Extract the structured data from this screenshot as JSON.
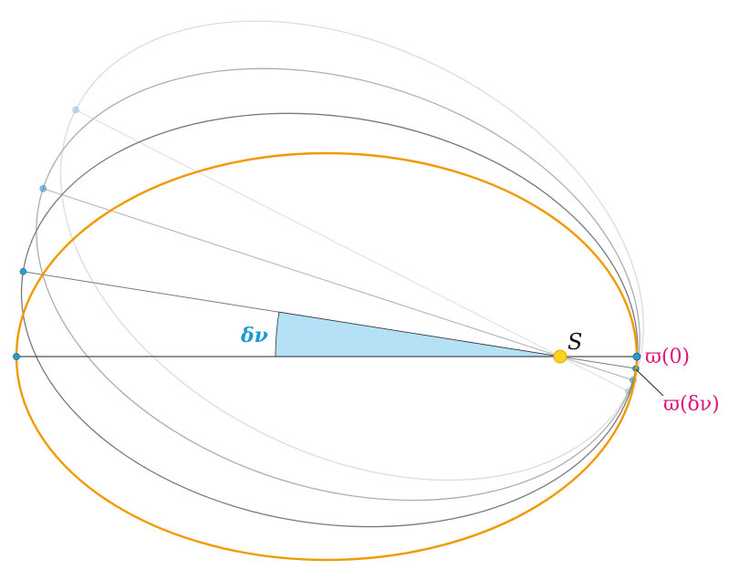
{
  "labels": {
    "angle": "δν",
    "sun": "S",
    "perihelion_initial": "ϖ(0)",
    "perihelion_shifted": "ϖ(δν)"
  },
  "colors": {
    "orbit": "#f09a00",
    "wedge": "#b4e1f6",
    "angle_label": "#1a9ad6",
    "perihelion_label": "#e0157a",
    "sun": "#ffd21a",
    "point": "#2a9ad0"
  },
  "precession_steps_deg": [
    9,
    18,
    27
  ],
  "orbit_gray_shades": [
    "#7a7a7a",
    "#adadad",
    "#dcdcdc"
  ]
}
